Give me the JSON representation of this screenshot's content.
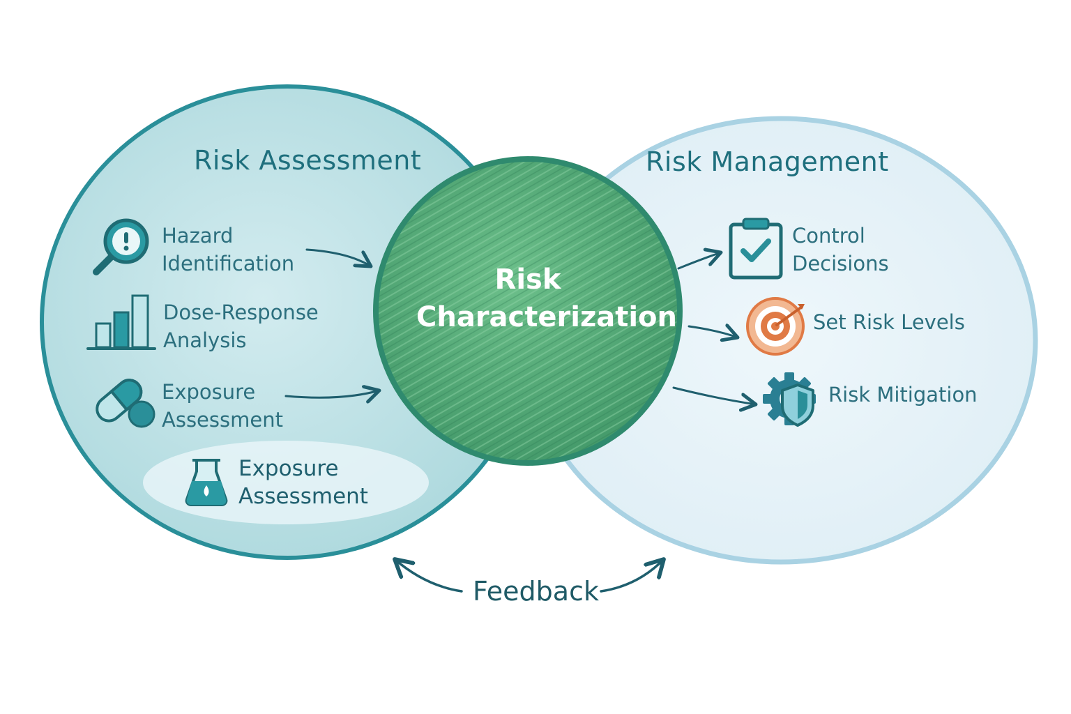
{
  "diagram": {
    "assessment": {
      "title": "Risk Assessment",
      "items": [
        {
          "line1": "Hazard",
          "line2": "Identification",
          "icon": "magnifier-alert-icon"
        },
        {
          "line1": "Dose-Response",
          "line2": "Analysis",
          "icon": "bar-chart-icon"
        },
        {
          "line1": "Exposure",
          "line2": "Assessment",
          "icon": "pills-icon"
        }
      ],
      "highlight": {
        "line1": "Exposure",
        "line2": "Assessment",
        "icon": "beaker-droplet-icon"
      }
    },
    "center": {
      "line1": "Risk",
      "line2": "Characterization"
    },
    "management": {
      "title": "Risk Management",
      "items": [
        {
          "line1": "Control",
          "line2": "Decisions",
          "icon": "clipboard-check-icon"
        },
        {
          "line1": "Set Risk Levels",
          "icon": "target-icon"
        },
        {
          "line1": "Risk Mitigation",
          "icon": "gear-shield-icon"
        }
      ]
    },
    "feedback": "Feedback"
  },
  "colors": {
    "assessment_fill": "#a9d8dd",
    "assessment_stroke": "#2a8f99",
    "management_fill": "#e3f1f7",
    "management_stroke": "#a9d2e3",
    "center_fill": "#4fa370",
    "center_stroke": "#2f8a6e",
    "accent_orange": "#e07a45"
  }
}
